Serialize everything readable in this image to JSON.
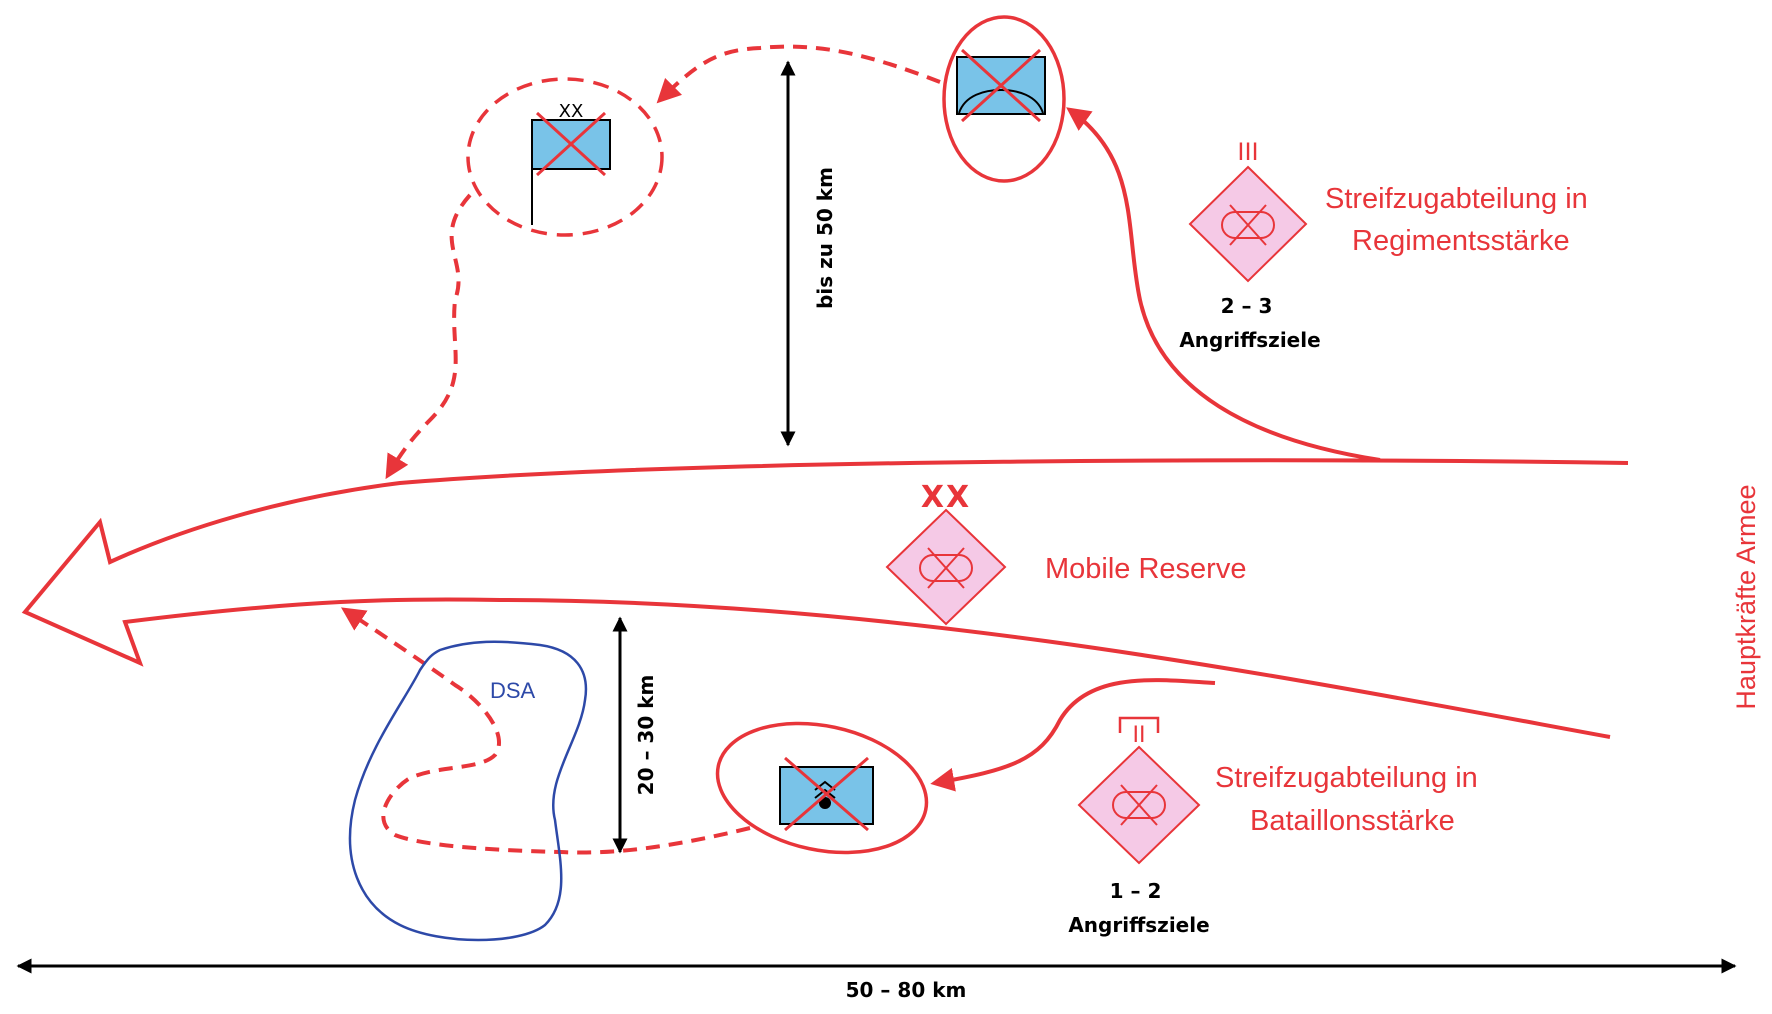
{
  "labels": {
    "regiment_raid": [
      "Streifzugabteilung in",
      "Regimentsstärke"
    ],
    "regiment_targets": [
      "2 – 3",
      "Angriffsziele"
    ],
    "mobile_reserve": "Mobile Reserve",
    "battalion_raid": [
      "Streifzugabteilung in",
      "Bataillonsstärke"
    ],
    "battalion_targets": [
      "1 – 2",
      "Angriffsziele"
    ],
    "dsa": "DSA",
    "main_forces": "Hauptkräfte Armee",
    "depth_far": "bis zu 50 km",
    "depth_near": "20 – 30 km",
    "frontage": "50 – 80 km"
  },
  "echelon_marks": {
    "regiment": "III",
    "division": "XX",
    "battalion": "II"
  },
  "colors": {
    "enemy_red": "#e8353a",
    "own_blue": "#2d49a8",
    "unit_fill_pink": "#f5c9e6",
    "target_fill_blue": "#79c3e8",
    "dimension_black": "#000000"
  }
}
